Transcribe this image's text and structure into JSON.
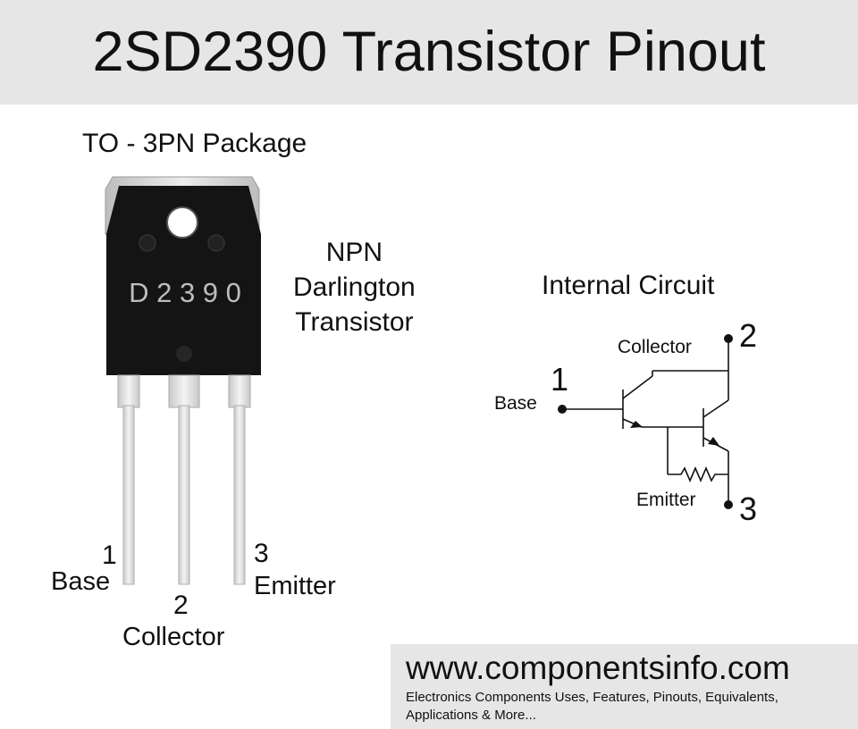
{
  "header": {
    "title": "2SD2390 Transistor Pinout"
  },
  "package": {
    "title": "TO - 3PN Package",
    "marking": "D 2 3 9 0",
    "pins": [
      {
        "number": "1",
        "name": "Base"
      },
      {
        "number": "2",
        "name": "Collector"
      },
      {
        "number": "3",
        "name": "Emitter"
      }
    ]
  },
  "description": {
    "line1": "NPN",
    "line2": "Darlington",
    "line3": "Transistor"
  },
  "internal_circuit": {
    "title": "Internal Circuit",
    "base_label": "Base",
    "base_number": "1",
    "collector_label": "Collector",
    "collector_number": "2",
    "emitter_label": "Emitter",
    "emitter_number": "3"
  },
  "footer": {
    "url": "www.componentsinfo.com",
    "tagline": "Electronics Components Uses, Features, Pinouts, Equivalents, Applications & More..."
  },
  "colors": {
    "header_bg": "#e6e6e6",
    "body_black": "#141414",
    "tab_silver": "#d2d2d2",
    "lead_silver": "#e0e0e0"
  }
}
